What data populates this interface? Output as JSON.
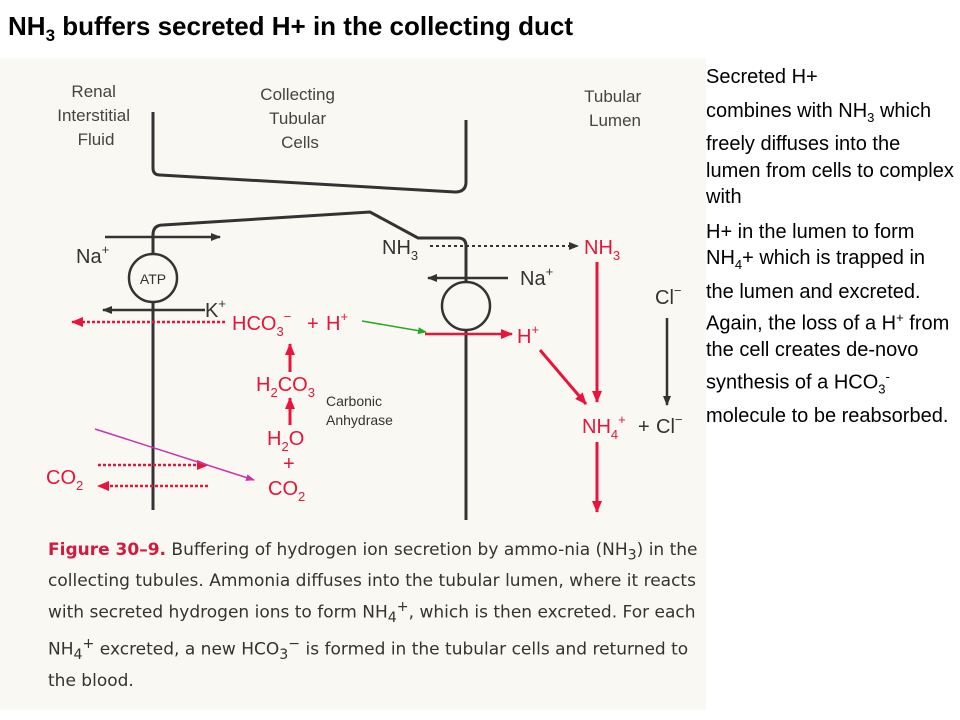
{
  "title": {
    "main": "NH",
    "sub": "3",
    "rest": " buffers secreted H+ in the collecting duct"
  },
  "labels": {
    "interstitial": [
      "Renal",
      "Interstitial",
      "Fluid"
    ],
    "cells": [
      "Collecting",
      "Tubular",
      "Cells"
    ],
    "lumen": [
      "Tubular",
      "Lumen"
    ],
    "na": "Na",
    "na_charge": "+",
    "atp": "ATP",
    "k": "K",
    "k_charge": "+",
    "nh3_cell": "NH",
    "nh3_cell_sub": "3",
    "nh3_lumen": "NH",
    "nh3_lumen_sub": "3",
    "na_lumen": "Na",
    "na_lumen_charge": "+",
    "hco3": "HCO",
    "hco3_sub": "3",
    "hco3_charge": "−",
    "plus": "+",
    "h_cell": "H",
    "h_cell_charge": "+",
    "h_lumen": "H",
    "h_lumen_charge": "+",
    "h2co3": "H",
    "h2co3_sub1": "2",
    "h2co3_mid": "CO",
    "h2co3_sub2": "3",
    "carbonic": [
      "Carbonic",
      "Anhydrase"
    ],
    "h2o": "H",
    "h2o_sub": "2",
    "h2o_end": "O",
    "plus2": "+",
    "co2_cell": "CO",
    "co2_cell_sub": "2",
    "co2_left": "CO",
    "co2_left_sub": "2",
    "cl_top": "Cl",
    "cl_top_charge": "−",
    "nh4": "NH",
    "nh4_sub": "4",
    "nh4_charge": "+",
    "plus3": "+",
    "cl_bottom": "Cl",
    "cl_bottom_charge": "−"
  },
  "caption": {
    "figure": "Figure 30–9.",
    "text1": " Buffering of hydrogen ion secretion by ammo-nia (NH",
    "sub1": "3",
    "text2": ") in the collecting tubules. Ammonia diffuses into the tubular lumen, where it reacts with secreted hydrogen ions to form NH",
    "sub2": "4",
    "sup2": "+",
    "text3": ", which is then excreted. For each NH",
    "sub3": "4",
    "sup3": "+",
    "text4": " excreted, a new HCO",
    "sub4": "3",
    "sup4": "−",
    "text5": " is formed in the tubular cells and returned to the blood."
  },
  "side_text": {
    "p1": "Secreted H+",
    "p2a": "combines with NH",
    "p2sub": "3",
    "p2b": " which freely diffuses into the lumen from cells to complex with",
    "p3a": "H+ in the lumen to form NH",
    "p3sub": "4",
    "p3b": "+ which is trapped in the lumen and excreted. Again, the loss of a H",
    "p3sup": "+",
    "p3c": " from the cell creates de-novo synthesis of a HCO",
    "p3sub2": "3",
    "p3sup2": "-",
    "p3d": " molecule to be reabsorbed."
  },
  "colors": {
    "red": "#e8143c",
    "green": "#22aa22",
    "magenta": "#cc33aa",
    "dark": "#333333"
  }
}
